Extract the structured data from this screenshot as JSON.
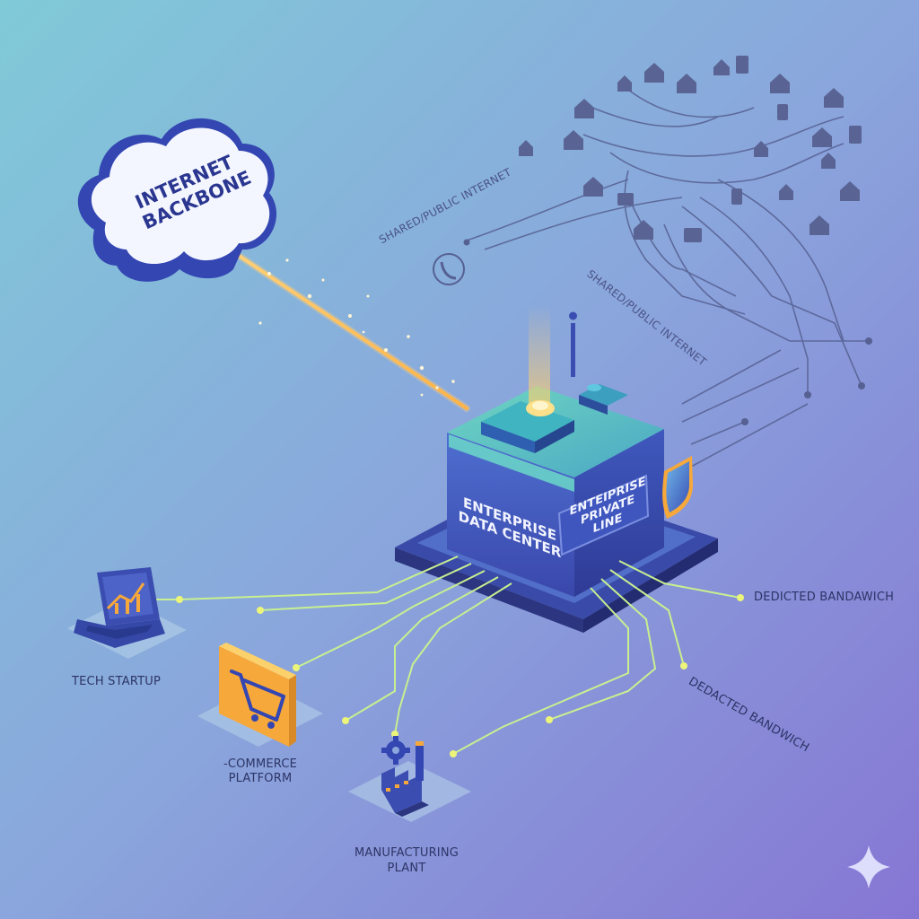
{
  "cloud": {
    "line1": "INTERNET",
    "line2": "BACKBONE"
  },
  "data_center": {
    "line1": "ENTERPRISE",
    "line2": "DATA CENTER"
  },
  "private_line": {
    "line1": "ENTEIPRISE",
    "line2": "PRIVATE LINE"
  },
  "labels": {
    "shared_internet_1": "SHARED/PUBLIC INTERNET",
    "shared_internet_2": "SHARED/PUBLIC INTERNET",
    "dedicated_1": "DEDICTED BANDAWICH",
    "dedicated_2": "DEDACTED BANDWICH",
    "tech_startup": "TECH STARTUP",
    "ecommerce_line1": "-COMMERCE",
    "ecommerce_line2": "PLATFORM",
    "manufacturing_line1": "MANUFACTURING",
    "manufacturing_line2": "PLANT"
  },
  "colors": {
    "bg_top": "#7fc9d8",
    "bg_bottom": "#8a78d6",
    "accent_orange": "#f7a83a",
    "box_blue": "#3b4db0",
    "line_green": "#c8f090",
    "cloud_blue": "#3346b2"
  },
  "icons": [
    "cloud-icon",
    "laptop-chart-icon",
    "shopping-cart-icon",
    "factory-icon",
    "shield-icon",
    "antenna-icon",
    "phone-icon",
    "house-icon",
    "sparkle-icon"
  ]
}
